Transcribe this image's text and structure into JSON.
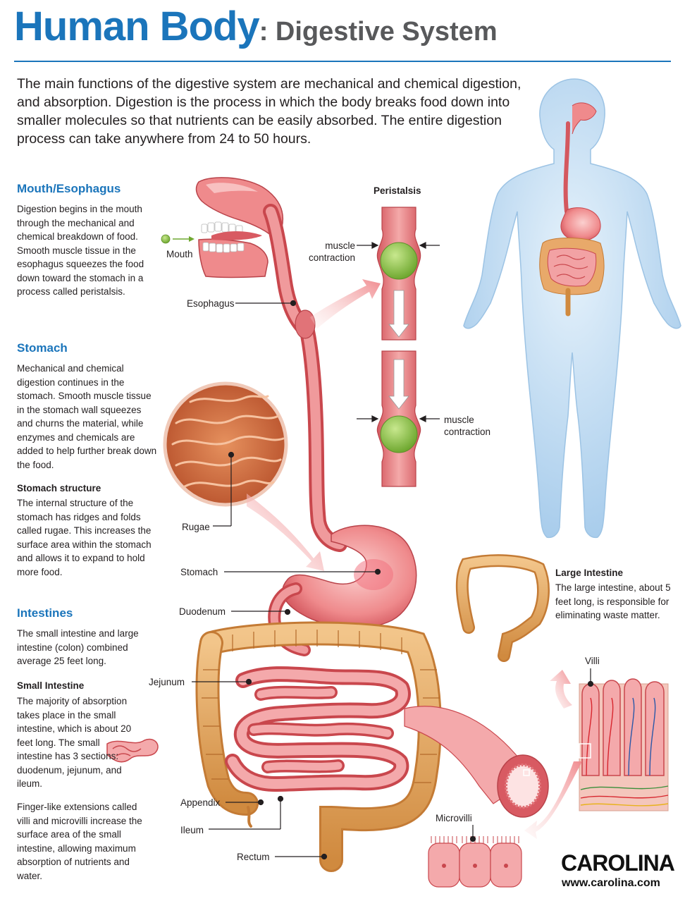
{
  "header": {
    "title_main": "Human Body",
    "title_sub": ": Digestive System"
  },
  "intro": "The main functions of the digestive system are mechanical and chemical digestion, and absorption. Digestion is the process in which the body breaks food down into smaller molecules so that nutrients can be easily absorbed. The entire digestion process can take anywhere from 24 to 50 hours.",
  "sections": {
    "mouth": {
      "heading": "Mouth/Esophagus",
      "text": "Digestion begins in the mouth through the mechanical and chemical breakdown of food. Smooth muscle tissue in the esophagus squeezes the food down toward the stomach in a process called peristalsis."
    },
    "stomach": {
      "heading": "Stomach",
      "text": "Mechanical and chemical digestion continues in the stomach. Smooth muscle tissue in the stomach wall squeezes and churns the material, while enzymes and chemicals are added to help further break down the food.",
      "structure_heading": "Stomach structure",
      "structure_text": "The internal structure of the stomach has ridges and folds called rugae. This increases the surface area within the stomach and allows it to expand to hold more food."
    },
    "intestines": {
      "heading": "Intestines",
      "text": "The small intestine and large intestine (colon) combined average 25 feet long.",
      "small_heading": "Small Intestine",
      "small_text": "The majority of absorption takes place in the small intestine, which is about 20 feet long. The small intestine has 3 sections: duodenum, jejunum, and ileum.",
      "villi_text": "Finger-like extensions called villi and microvilli increase the surface area of the small intestine, allowing maximum absorption of nutrients and water."
    },
    "large_intestine": {
      "heading": "Large Intestine",
      "text": "The large intestine, about 5 feet long, is responsible for eliminating waste matter."
    }
  },
  "labels": {
    "mouth": "Mouth",
    "esophagus": "Esophagus",
    "peristalsis": "Peristalsis",
    "muscle_contraction_1": "muscle contraction",
    "muscle_contraction_2": "muscle contraction",
    "rugae": "Rugae",
    "stomach": "Stomach",
    "duodenum": "Duodenum",
    "jejunum": "Jejunum",
    "appendix": "Appendix",
    "ileum": "Ileum",
    "rectum": "Rectum",
    "villi": "Villi",
    "microvilli": "Microvilli"
  },
  "brand": {
    "logo": "CAROLINA",
    "url": "www.carolina.com"
  },
  "colors": {
    "title_blue": "#1b75bb",
    "organ_pink": "#ef8a8c",
    "organ_dark": "#c9474d",
    "colon_orange": "#e0a25a",
    "food_green": "#8cc63f",
    "body_blue": "#b9d9f2"
  }
}
